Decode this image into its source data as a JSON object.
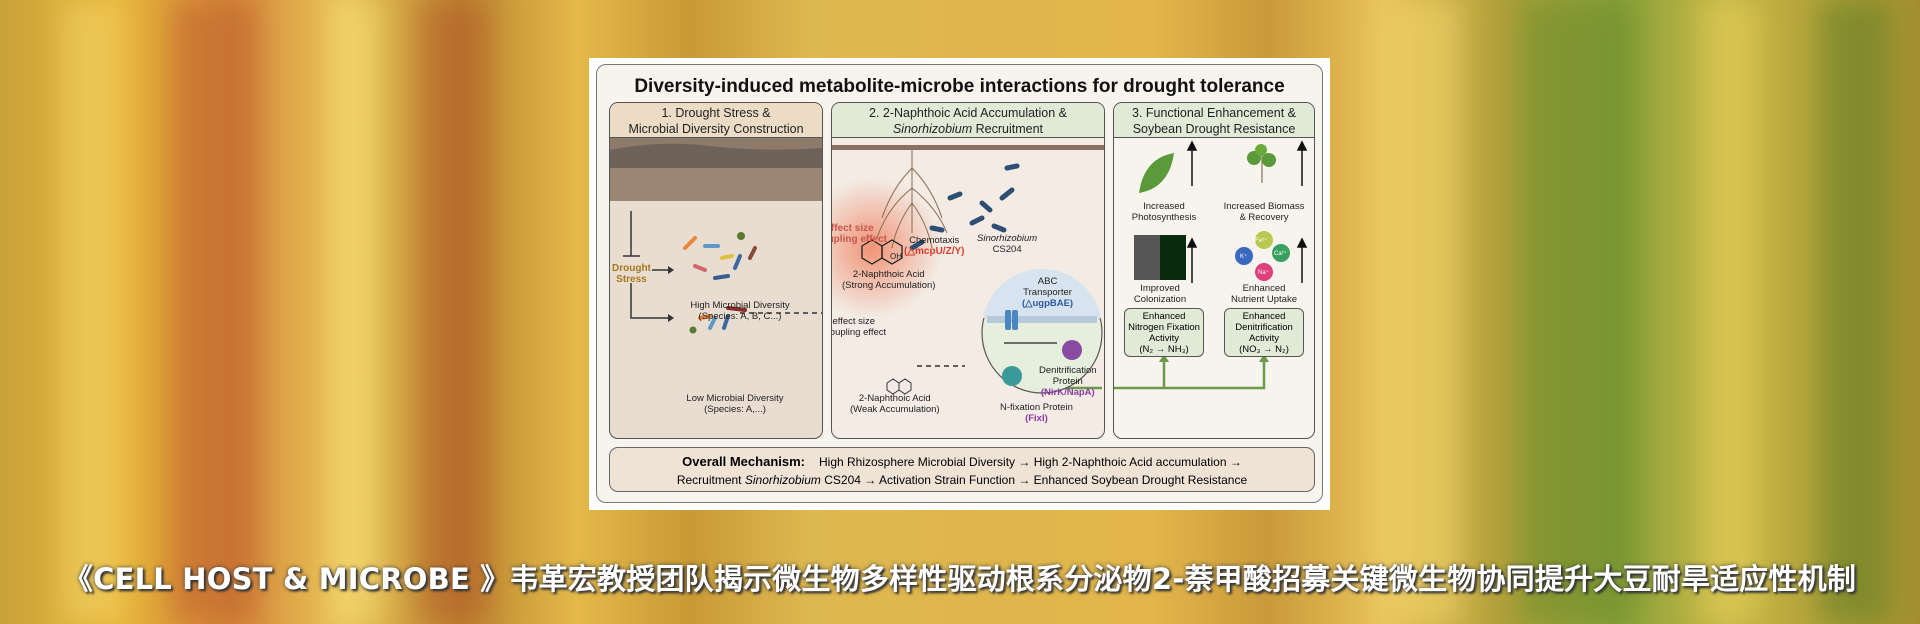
{
  "figure": {
    "title": "Diversity-induced metabolite-microbe interactions for drought tolerance",
    "panel1": {
      "heading_line1": "1. Drought Stress &",
      "heading_line2": "Microbial Diversity Construction",
      "drought_label_1": "Drought",
      "drought_label_2": "Stress",
      "high_div": "High Microbial Diversity",
      "high_species": "(Species: A, B, C...)",
      "low_div": "Low Microbial Diversity",
      "low_species": "(Species: A,...)"
    },
    "panel2": {
      "heading_line1": "2. 2-Naphthoic Acid Accumulation &",
      "heading_italic": "Sinorhizobium",
      "heading_rest": " Recruitment",
      "effect1": "Plant growth effect size",
      "effect2": "Network decoupling effect",
      "effect1_weak": "Plant growth effect size",
      "effect2_weak": "Network decoupling effect",
      "chemotaxis": "Chemotaxis",
      "mcp": "(△mcpU/Z/Y)",
      "oh": "OH",
      "strain_italic": "Sinorhizobium",
      "strain": "CS204",
      "strong_acid": "2-Naphthoic Acid",
      "strong_note": "(Strong Accumulation)",
      "weak_acid": "2-Naphthoic Acid",
      "weak_note": "(Weak Accumulation)",
      "abc": "ABC",
      "transporter": "Transporter",
      "ugp": "(△ugpBAE)",
      "denit": "Denitrification",
      "protein": "Protein",
      "nirk": "(NirK/NapA)",
      "nfix": "N-fixation Protein",
      "fixl": "(FixI)"
    },
    "panel3": {
      "heading_line1": "3. Functional Enhancement &",
      "heading_line2": "Soybean Drought Resistance",
      "photo1": "Increased",
      "photo2": "Photosynthesis",
      "bio1": "Increased Biomass",
      "bio2": "& Recovery",
      "col1": "Improved",
      "col2": "Colonization",
      "nut1": "Enhanced",
      "nut2": "Nutrient Uptake",
      "ions": [
        "Fe²⁺",
        "K⁺",
        "Ca²⁺",
        "Na⁺"
      ],
      "box1": [
        "Enhanced",
        "Nitrogen Fixation",
        "Activity",
        "(N₂ → NH₃)"
      ],
      "box2": [
        "Enhanced",
        "Denitrification",
        "Activity",
        "(NO₃ → N₂)"
      ]
    },
    "mechanism": {
      "label": "Overall Mechanism:",
      "line1": "High Rhizosphere Microbial Diversity → High 2-Naphthoic Acid accumulation →",
      "line2_a": "Recruitment ",
      "line2_italic": "Sinorhizobium",
      "line2_b": " CS204 → Activation Strain Function → Enhanced Soybean Drought Resistance"
    }
  },
  "caption": "《CELL HOST & MICROBE 》韦革宏教授团队揭示微生物多样性驱动根系分泌物2-萘甲酸招募关键微生物协同提升大豆耐旱适应性机制"
}
